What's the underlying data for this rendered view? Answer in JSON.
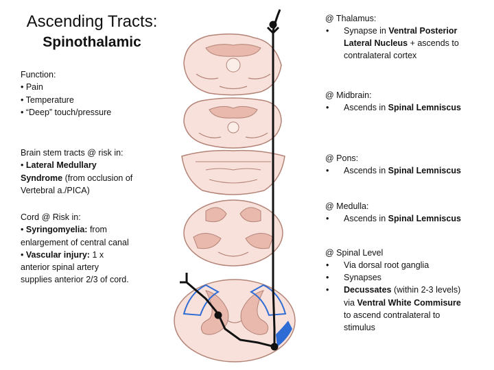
{
  "title": {
    "line1": "Ascending Tracts:",
    "line2": "Spinothalamic"
  },
  "function": {
    "heading": "Function:",
    "items": [
      "• Pain",
      "• Temperature",
      "• “Deep” touch/pressure"
    ]
  },
  "brainstem": {
    "heading": "Brain stem tracts @ risk in:",
    "bullet": "• ",
    "name_line1": "Lateral Medullary",
    "name_line2": "Syndrome",
    "detail_line2": " (from occlusion of",
    "detail_line3": "Vertebral a./PICA)"
  },
  "cord": {
    "heading": "Cord @ Risk in:",
    "bullet": "• ",
    "syringo_name": "Syringomyelia:",
    "syringo_detail_1": " from",
    "syringo_detail_2": "enlargement of central canal",
    "vascular_name": "Vascular injury:",
    "vascular_detail_1": " 1 x",
    "vascular_detail_2": "anterior spinal artery",
    "vascular_detail_3": "supplies anterior 2/3 of cord."
  },
  "thalamus": {
    "heading": "@ Thalamus:",
    "bullet": "•",
    "text_1": "Synapse in ",
    "bold_1": "Ventral Posterior",
    "bold_2": "Lateral Nucleus",
    "text_2": " + ascends to",
    "text_3": "contralateral cortex"
  },
  "midbrain": {
    "heading": "@ Midbrain:",
    "bullet": "•",
    "text": "Ascends in ",
    "bold": "Spinal Lemniscus"
  },
  "pons": {
    "heading": "@ Pons:",
    "bullet": "•",
    "text": "Ascends in ",
    "bold": "Spinal Lemniscus"
  },
  "medulla": {
    "heading": "@ Medulla:",
    "bullet": "•",
    "text": "Ascends in ",
    "bold": "Spinal Lemniscus"
  },
  "spinal": {
    "heading": "@ Spinal Level",
    "bullet": "•",
    "item1": "Via dorsal root ganglia",
    "item2": "Synapses",
    "item3_bold": "Decussates",
    "item3_text": " (within 2-3 levels)",
    "item3_via": "via ",
    "item3_bold2": "Ventral White Commisure",
    "item3_rest1": "to ascend contralateral to",
    "item3_rest2": "stimulus"
  },
  "colors": {
    "tissue": "#f7e1da",
    "grey_matter": "#e9b9ad",
    "outline": "#b38377",
    "pathway": "#111111",
    "spinal_tract": "#2f6bd4"
  }
}
